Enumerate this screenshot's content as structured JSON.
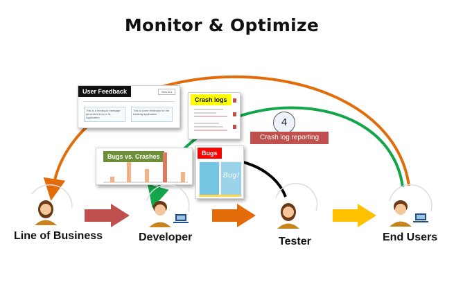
{
  "title": "Monitor & Optimize",
  "roles": {
    "line_of_business": "Line of Business",
    "developer": "Developer",
    "tester": "Tester",
    "end_users": "End Users"
  },
  "cards": {
    "user_feedback": {
      "tag": "User Feedback",
      "button": "View ALL",
      "item1": "This is a feedback message generated from a IIL Application",
      "item2": "This is some feedback for the banking application"
    },
    "crash_logs": {
      "tag": "Crash logs"
    },
    "bugs_vs_crashes": {
      "tag": "Bugs vs. Crashes"
    },
    "bugs": {
      "tag": "Bugs",
      "screen_text": "Bug!"
    }
  },
  "step": {
    "number": "4",
    "label": "Crash log reporting"
  },
  "colors": {
    "orange": "#e36c0a",
    "green": "#12a54a",
    "red_arrow": "#c0504d",
    "yellow_arrow": "#ffc000",
    "black_arc": "#000000",
    "skin": "#f3c79b",
    "hair": "#6b3a14",
    "shirt": "#c7841c"
  }
}
